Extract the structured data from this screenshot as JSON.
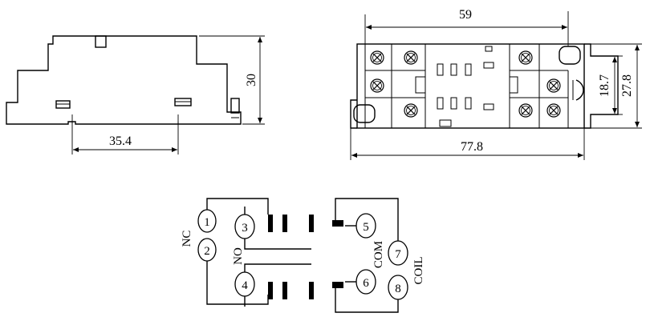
{
  "dimensions": {
    "side_height": "30",
    "rail_width": "35.4",
    "top_width": "59",
    "overall_length": "77.8",
    "depth_inner": "18.7",
    "depth_outer": "27.8"
  },
  "terminals": {
    "t1": "1",
    "t2": "2",
    "t3": "3",
    "t4": "4",
    "t5": "5",
    "t6": "6",
    "t7": "7",
    "t8": "8"
  },
  "labels": {
    "nc": "NC",
    "no": "NO",
    "com": "COM",
    "coil": "COIL"
  }
}
